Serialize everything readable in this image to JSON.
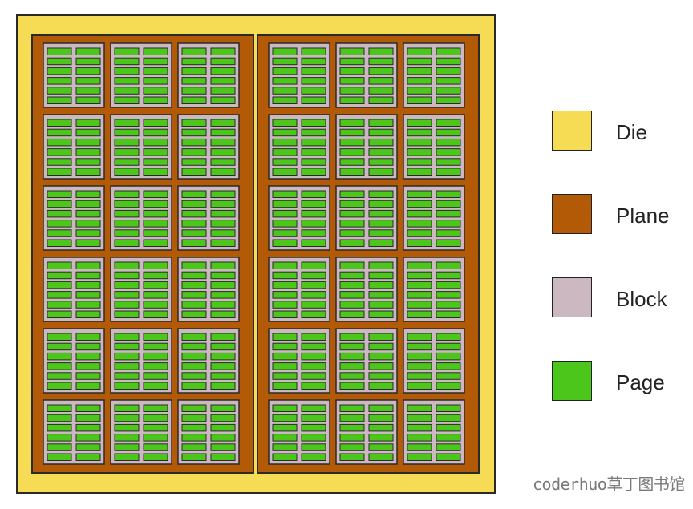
{
  "colors": {
    "die": "#f6db54",
    "plane": "#b35a06",
    "block": "#cbb8c0",
    "page": "#4cc61a",
    "outline": "#2a2a2a"
  },
  "structure": {
    "planes_per_die": 2,
    "block_rows": 6,
    "block_cols_per_plane": 3,
    "page_rows_per_block": 6,
    "page_cols_per_block": 2
  },
  "legend": [
    {
      "label": "Die",
      "color_key": "die"
    },
    {
      "label": "Plane",
      "color_key": "plane"
    },
    {
      "label": "Block",
      "color_key": "block"
    },
    {
      "label": "Page",
      "color_key": "page"
    }
  ],
  "watermark": "coderhuo草丁图书馆"
}
